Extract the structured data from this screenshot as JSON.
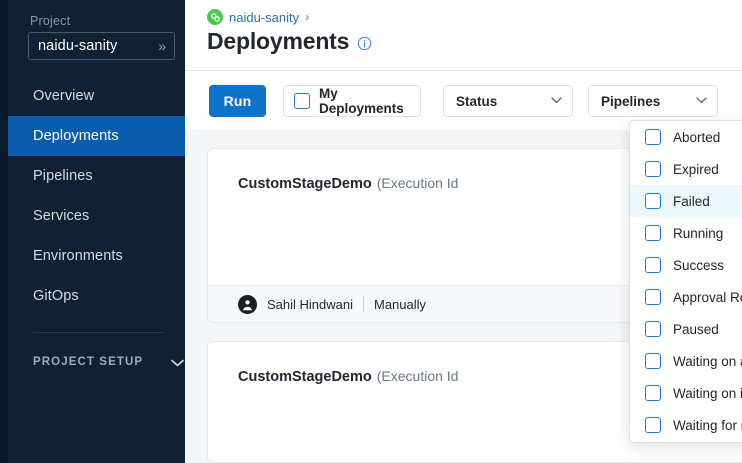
{
  "sidebar": {
    "project_label": "Project",
    "project_name": "naidu-sanity",
    "project_chevron": "chevrons-right-icon",
    "items": [
      {
        "label": "Overview",
        "active": false
      },
      {
        "label": "Deployments",
        "active": true
      },
      {
        "label": "Pipelines",
        "active": false
      },
      {
        "label": "Services",
        "active": false
      },
      {
        "label": "Environments",
        "active": false
      },
      {
        "label": "GitOps",
        "active": false
      }
    ],
    "setup_label": "PROJECT SETUP",
    "setup_chevron": "chevron-down-icon"
  },
  "header": {
    "breadcrumb_icon": "project-badge-icon",
    "breadcrumb_link": "naidu-sanity",
    "breadcrumb_separator": "›",
    "title": "Deployments",
    "info_icon": "info-circle-icon"
  },
  "toolbar": {
    "run_label": "Run",
    "my_deployments_label": "My Deployments",
    "my_deployments_checked": false,
    "status_label": "Status",
    "pipelines_label": "Pipelines",
    "chevron_icon": "chevron-down-icon"
  },
  "status_dropdown": {
    "open": true,
    "options": [
      {
        "label": "Aborted",
        "checked": false,
        "hovered": false
      },
      {
        "label": "Expired",
        "checked": false,
        "hovered": false
      },
      {
        "label": "Failed",
        "checked": false,
        "hovered": true
      },
      {
        "label": "Running",
        "checked": false,
        "hovered": false
      },
      {
        "label": "Success",
        "checked": false,
        "hovered": false
      },
      {
        "label": "Approval Rejected",
        "checked": false,
        "hovered": false
      },
      {
        "label": "Paused",
        "checked": false,
        "hovered": false
      },
      {
        "label": "Waiting on approval",
        "checked": false,
        "hovered": false
      },
      {
        "label": "Waiting on intervention",
        "checked": false,
        "hovered": false
      },
      {
        "label": "Waiting for resources",
        "checked": false,
        "hovered": false
      }
    ]
  },
  "cards": [
    {
      "title": "CustomStageDemo",
      "subtitle": "(Execution Id",
      "footer": {
        "avatar_icon": "user-avatar-icon",
        "user": "Sahil Hindwani",
        "trigger": "Manually"
      }
    },
    {
      "title": "CustomStageDemo",
      "subtitle": "(Execution Id",
      "footer": null
    }
  ],
  "colors": {
    "sidebar_bg": "#0f2133",
    "rail_bg": "#0b1a2b",
    "active_nav": "#0b5cad",
    "primary_button": "#0b73c9",
    "accent_link": "#2a6fb5",
    "breadcrumb_badge": "#4dc952",
    "page_bg": "#f3f5f7",
    "hover_row": "#eaf7fd",
    "checkbox_border": "#1f7fd6"
  }
}
